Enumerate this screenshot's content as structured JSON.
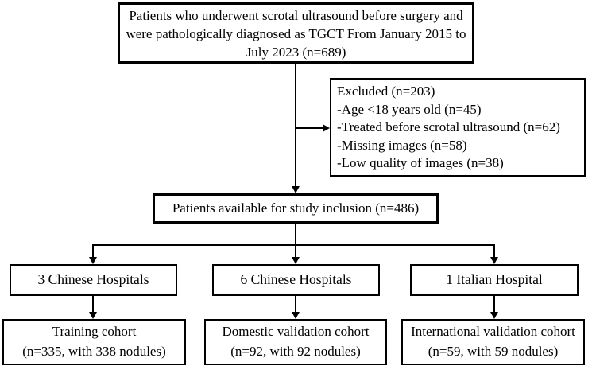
{
  "flowchart": {
    "top_box": {
      "text": "Patients who underwent scrotal ultrasound before surgery and were pathologically diagnosed as TGCT From January 2015 to July 2023 (n=689)"
    },
    "excluded_box": {
      "title": "Excluded (n=203)",
      "items": [
        "-Age <18 years old (n=45)",
        "-Treated before scrotal ultrasound (n=62)",
        "-Missing images (n=58)",
        "-Low quality of images (n=38)"
      ]
    },
    "available_box": {
      "text": "Patients available for study inclusion (n=486)"
    },
    "hospital_boxes": [
      {
        "label": "3 Chinese Hospitals"
      },
      {
        "label": "6 Chinese Hospitals"
      },
      {
        "label": "1 Italian Hospital"
      }
    ],
    "cohort_boxes": [
      {
        "line1": "Training cohort",
        "line2": "(n=335, with 338 nodules)"
      },
      {
        "line1": "Domestic validation cohort",
        "line2": "(n=92, with 92 nodules)"
      },
      {
        "line1": "International validation cohort",
        "line2": "(n=59, with 59 nodules)"
      }
    ],
    "colors": {
      "border": "#000000",
      "background": "#ffffff",
      "text": "#000000"
    }
  }
}
